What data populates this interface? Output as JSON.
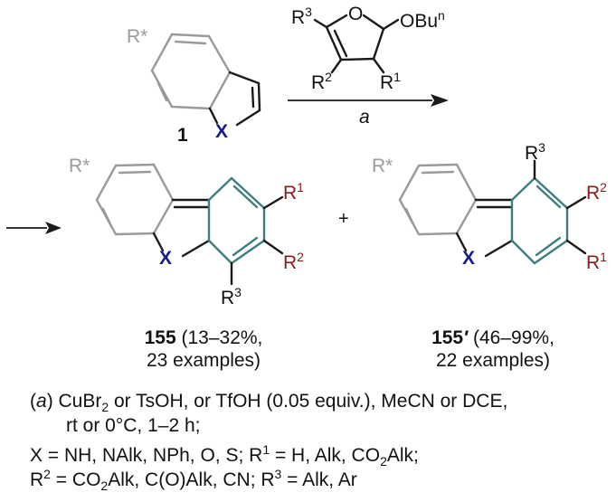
{
  "scheme": {
    "colors": {
      "grey": "#9a9a9a",
      "teal": "#3d7f80",
      "black": "#1a1a1a",
      "blue": "#1a1a8c",
      "red": "#8b1a1a"
    },
    "reactant": {
      "number": "1",
      "substituent": "R*",
      "heteroatom": "X"
    },
    "reagent": {
      "ring_atom": "O",
      "group": "OBu",
      "group_sup": "n",
      "r3": "R",
      "r3_sup": "3",
      "r2": "R",
      "r2_sup": "2",
      "r1": "R",
      "r1_sup": "1"
    },
    "arrow_condition": "a",
    "plus": "+",
    "product_155": {
      "substituent": "R*",
      "heteroatom": "X",
      "r1": "R",
      "r1_sup": "1",
      "r2": "R",
      "r2_sup": "2",
      "r3": "R",
      "r3_sup": "3",
      "number": "155",
      "yield": " (13–32%,",
      "examples": "23 examples)"
    },
    "product_155p": {
      "substituent": "R*",
      "heteroatom": "X",
      "r1": "R",
      "r1_sup": "1",
      "r2": "R",
      "r2_sup": "2",
      "r3": "R",
      "r3_sup": "3",
      "number": "155",
      "prime": "′",
      "yield": " (46–99%,",
      "examples": "22 examples)"
    },
    "conditions": {
      "open": "(",
      "label": "a",
      "line1_a": ") CuBr",
      "line1_sub": "2",
      "line1_b": " or TsOH, or TfOH (0.05 equiv.), MeCN or DCE,",
      "line2": "rt or 0°C, 1–2 h;",
      "line3_a": "X = NH, NAlk, NPh, O, S; R",
      "line3_sup": "1",
      "line3_b": " = H, Alk, CO",
      "line3_sub": "2",
      "line3_c": "Alk;",
      "line4_a": "R",
      "line4_sup1": "2",
      "line4_b": " = CO",
      "line4_sub": "2",
      "line4_c": "Alk, C(O)Alk, CN; R",
      "line4_sup2": "3",
      "line4_d": " = Alk, Ar"
    }
  }
}
